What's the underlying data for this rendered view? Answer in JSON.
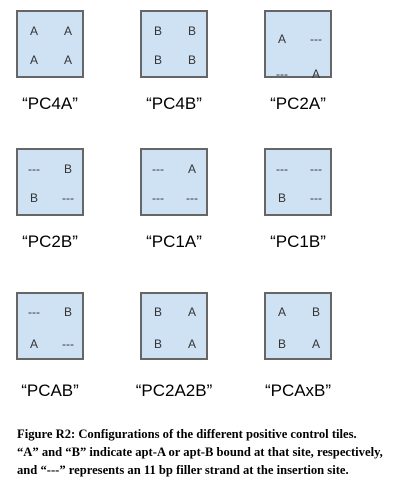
{
  "tiles": [
    {
      "label": "“PC4A”",
      "cells": [
        "A",
        "A",
        "A",
        "A"
      ]
    },
    {
      "label": "“PC4B”",
      "cells": [
        "B",
        "B",
        "B",
        "B"
      ]
    },
    {
      "label": "“PC2A”",
      "cells": [
        "A",
        "---",
        "---",
        "A"
      ]
    },
    {
      "label": "“PC2B”",
      "cells": [
        "---",
        "B",
        "B",
        "---"
      ]
    },
    {
      "label": "“PC1A”",
      "cells": [
        "---",
        "A",
        "---",
        "---"
      ]
    },
    {
      "label": "“PC1B”",
      "cells": [
        "---",
        "---",
        "B",
        "---"
      ]
    },
    {
      "label": "“PCAB”",
      "cells": [
        "---",
        "B",
        "A",
        "---"
      ]
    },
    {
      "label": "“PC2A2B”",
      "cells": [
        "B",
        "A",
        "B",
        "A"
      ]
    },
    {
      "label": "“PCAxB”",
      "cells": [
        "A",
        "B",
        "B",
        "A"
      ]
    }
  ],
  "caption": {
    "line1": "Figure R2: Configurations of the different positive control tiles.",
    "line2_bold": "“A” and “B” indicate",
    "line2_rest": " apt-A or apt-B bound at that site, respectively,",
    "line3_bold": "and “---” represents",
    "line3_rest": " an 11 bp filler strand at the insertion site."
  },
  "colors": {
    "tile_fill": "#cfe2f3",
    "tile_border": "#666666"
  }
}
